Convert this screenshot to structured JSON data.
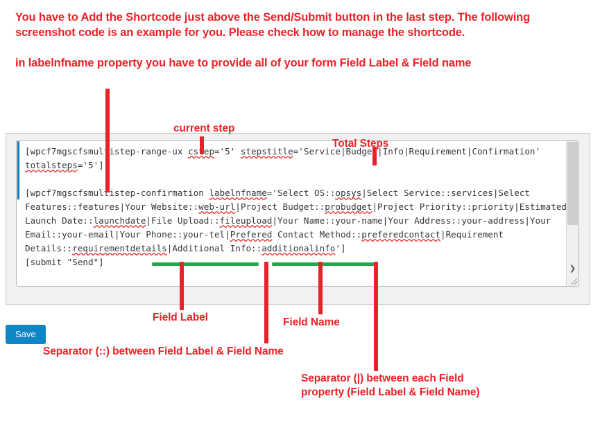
{
  "instructions": {
    "paragraph_1": "You have to Add the Shortcode just above the Send/Submit button in the last step. The following screenshot code is an example for you. Please check how to manage the shortcode.",
    "paragraph_2": "in labelnfname property you have to provide all of your form Field Label & Field name"
  },
  "editor": {
    "code_lines": [
      "[wpcf7mgscfsmultistep-range-ux cstep='5' stepstitle='Service|Budget|Info|Requirement|Confirmation' totalsteps='5']",
      "",
      "[wpcf7mgscfsmultistep-confirmation labelnfname='Select OS::opsys|Select Service::services|Select Features::features|Your Website::web-url|Project Budget::probudget|Project Priority::priority|Estimated Launch Date::launchdate|File Upload::fileupload|Your Name::your-name|Your Address::your-address|Your Email::your-email|Your Phone::your-tel|Prefered Contact Method::preferedcontact|Requirement Details::requirementdetails|Additional Info::additionalinfo']",
      "[submit \"Send\"]"
    ],
    "shortcode_range_ux": {
      "tag": "wpcf7mgscfsmultistep-range-ux",
      "cstep": "5",
      "stepstitle": "Service|Budget|Info|Requirement|Confirmation",
      "totalsteps": "5"
    },
    "shortcode_confirmation": {
      "tag": "wpcf7mgscfsmultistep-confirmation",
      "labelnfname_pairs": [
        {
          "label": "Select OS",
          "name": "opsys"
        },
        {
          "label": "Select Service",
          "name": "services"
        },
        {
          "label": "Select Features",
          "name": "features"
        },
        {
          "label": "Your Website",
          "name": "web-url"
        },
        {
          "label": "Project Budget",
          "name": "probudget"
        },
        {
          "label": "Project Priority",
          "name": "priority"
        },
        {
          "label": "Estimated Launch Date",
          "name": "launchdate"
        },
        {
          "label": "File Upload",
          "name": "fileupload"
        },
        {
          "label": "Your Name",
          "name": "your-name"
        },
        {
          "label": "Your Address",
          "name": "your-address"
        },
        {
          "label": "Your Email",
          "name": "your-email"
        },
        {
          "label": "Your Phone",
          "name": "your-tel"
        },
        {
          "label": "Prefered Contact Method",
          "name": "preferedcontact"
        },
        {
          "label": "Requirement Details",
          "name": "requirementdetails"
        },
        {
          "label": "Additional Info",
          "name": "additionalinfo"
        }
      ]
    },
    "submit_line": "[submit \"Send\"]",
    "scrollbar": {
      "down_arrow_glyph": "❯"
    }
  },
  "toolbar": {
    "save_label": "Save"
  },
  "annotations": {
    "current_step": "current step",
    "total_steps": "Total Steps",
    "field_label": "Field Label",
    "field_name": "Field Name",
    "separator_colon": "Separator (::) between Field Label & Field Name",
    "separator_pipe": "Separator (|) between each Field\nproperty (Field Label &  Field Name)"
  },
  "colors": {
    "annotation_red": "#ec2227",
    "marker_red": "#e8222b",
    "underline_green": "#22a74d",
    "save_blue": "#0e85c4",
    "caret_blue": "#0b7ab5",
    "code_text": "#32373c",
    "panel_background": "#f1f1f1"
  }
}
